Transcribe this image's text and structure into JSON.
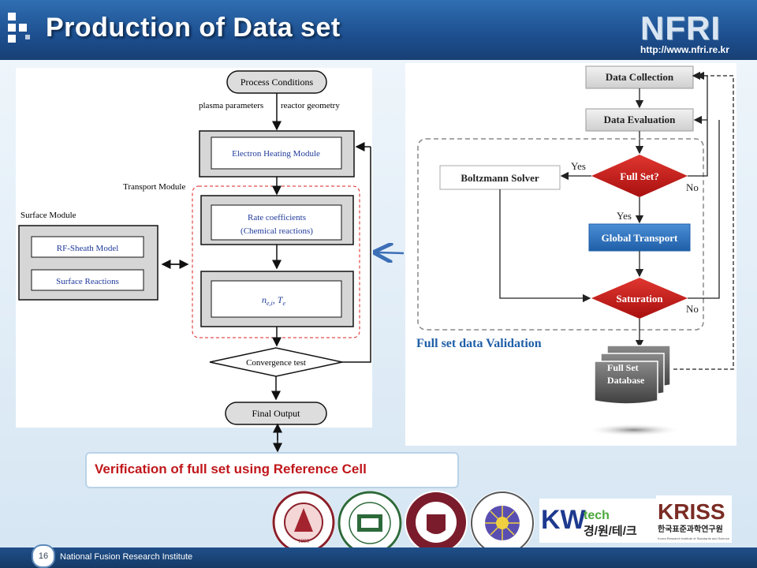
{
  "header": {
    "title": "Production of Data set",
    "logo_text": "NFRI",
    "url": "http://www.nfri.re.kr"
  },
  "left_flow": {
    "process_conditions": "Process Conditions",
    "plasma_parameters": "plasma parameters",
    "reactor_geometry": "reactor geometry",
    "electron_heating": "Electron Heating Module",
    "transport_module": "Transport Module",
    "rate_coefficients": "Rate coefficients",
    "chemical_reactions": "(Chemical reactions)",
    "density_temp_n": "n",
    "density_temp_sub": "e,i",
    "density_temp_t": ", T",
    "density_temp_tsub": "e",
    "convergence": "Convergence test",
    "final_output": "Final Output",
    "surface_module": "Surface Module",
    "rf_sheath": "RF-Sheath Model",
    "surface_reactions": "Surface Reactions"
  },
  "right_flow": {
    "data_collection": "Data Collection",
    "data_evaluation": "Data Evaluation",
    "full_set_q": "Full Set?",
    "boltzmann": "Boltzmann Solver",
    "yes1": "Yes",
    "no1": "No",
    "yes2": "Yes",
    "global_transport": "Global Transport",
    "saturation": "Saturation",
    "no2": "No",
    "validation": "Full set data Validation",
    "database_line1": "Full Set",
    "database_line2": "Database"
  },
  "verification": "Verification of full set using Reference Cell",
  "logos": {
    "postech_year": "1986",
    "kwtech_main": "KW",
    "kwtech_sub": "tech",
    "kwtech_korean": "경/원/테/크",
    "kriss_main": "KRISS",
    "kriss_korean": "한국표준과학연구원",
    "kriss_english": "Korea Research Institute of Standards and Science"
  },
  "footer": {
    "page_number": "16",
    "institute": "National Fusion Research Institute"
  },
  "colors": {
    "header_blue": "#1d4f8f",
    "red_diamond": "#c9161c",
    "blue_box": "#2d73c0",
    "validation_text": "#1f5fa8",
    "verification_text": "#c0171b"
  }
}
